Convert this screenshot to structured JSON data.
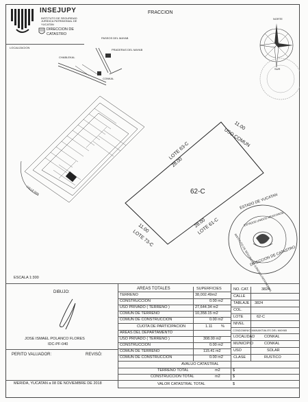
{
  "header": {
    "logo_text": "INSEJUPY",
    "logo_subtitle": "INSTITUTO DE SEGURIDAD JURÍDICA PATRIMONIAL DE YUCATÁN",
    "dept_line1": "DIRECCION DE",
    "dept_line2": "CATASTRO",
    "title": "FRACCION",
    "localizacion": "LOCALIZACION"
  },
  "compass": {
    "north": "NORTE",
    "south": "SUR"
  },
  "location_labels": {
    "paseos": "PASEOS DEL MAYAB",
    "praderas": "PRADERAS DEL MAYAB",
    "chablekal": "CHABLEKAL",
    "conkal": "CONKAL",
    "calle": "CALLE 60N"
  },
  "lot": {
    "id": "62-C",
    "top_label": "USO COMUN",
    "top_value": "11.00",
    "left_label": "LOTE 63-C",
    "left_value": "28.00",
    "right_value": "28.00",
    "right_label": "LOTE 61-C",
    "bottom_value": "11.00",
    "bottom_label": "LOTE 73-C"
  },
  "seal": {
    "top": "ESTADO DE YUCATAN",
    "inner": "ESTADOS UNIDOS MEXICANOS",
    "line1": "DIRECCION DE CATASTRO",
    "ring": "INSTITUTO DE SEGURIDAD JURIDICA PATRIMONIAL"
  },
  "escala": "ESCALA  1:300",
  "dibujo": {
    "label": "DIBUJO:",
    "name": "JOSE ISMAEL POLANCO FLORES",
    "id": "IDC-PF-040"
  },
  "perito": {
    "label": "PERITO VALUADOR:",
    "revision": "REVISÓ:"
  },
  "areas": {
    "header": "AREAS TOTALES",
    "sup_header": "SUPERFICIES",
    "rows": [
      {
        "label": "TERRENO",
        "value": "38,002.49m2"
      },
      {
        "label": "CONSTRUCCION",
        "value": "0.00 m2"
      },
      {
        "label": "USO PRIVADO  ( TERRENO )",
        "value": "27,644.34 m2"
      },
      {
        "label": "COMUN DE TERRENO",
        "value": "10,358.15 m2"
      },
      {
        "label": "COMUN DE CONSTRUCCION",
        "value": "0.00 m2"
      }
    ],
    "cuota_label": "CUOTA DE PARTICIPACION",
    "cuota_value": "1.11",
    "cuota_unit": "%",
    "dept_header": "AREAS DEL DEPARTAMENTO",
    "dept_rows": [
      {
        "label": "USO PRIVADO  ( TERRENO )",
        "value": "308.00 m2"
      },
      {
        "label": "CONSTRUCCION",
        "value": "0.00 m2"
      },
      {
        "label": "COMUN DE TERRENO",
        "value": "115.41 m2"
      },
      {
        "label": "COMUN DE CONSTRUCCION",
        "value": "0.00 m2"
      }
    ]
  },
  "info": {
    "rows": [
      {
        "label": "NO. CAT.",
        "value": "3824"
      },
      {
        "label": "CALLE",
        "value": ""
      },
      {
        "label": "TABLAJE",
        "value": "3824"
      },
      {
        "label": "COL.",
        "value": ""
      },
      {
        "label": "LOTE",
        "value": "62-C"
      },
      {
        "label": "NIVEL",
        "value": ""
      }
    ],
    "condominio": "CONDOMINIO MANANTIALES DEL MAYAB",
    "rows2": [
      {
        "label": "LOCALIDAD",
        "value": "CONKAL"
      },
      {
        "label": "MUNICIPIO",
        "value": "CONKAL"
      },
      {
        "label": "USO",
        "value": "SOLAR"
      },
      {
        "label": "CLASE",
        "value": "RUSTICO"
      }
    ]
  },
  "avaluo": {
    "header": "AVALUO CATASTRAL",
    "rows": [
      {
        "label": "TERRENO TOTAL",
        "unit": "m2",
        "cur": "$"
      },
      {
        "label": "CONSTRUCCION TOTAL",
        "unit": "m2",
        "cur": "$"
      },
      {
        "label": "VALOR CATASTRAL TOTAL",
        "unit": "",
        "cur": "$"
      }
    ]
  },
  "footer_date": "MERIDA, YUCATAN a 08 DE NOVIEMBRE DE 2018"
}
